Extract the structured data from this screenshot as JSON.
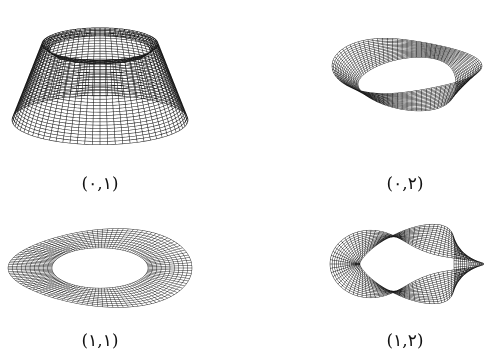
{
  "figure": {
    "panels": [
      {
        "id": "p01",
        "label": "(٠,١)",
        "shape": "truncated-cone-torus",
        "stroke": "#1a1a1a"
      },
      {
        "id": "p02",
        "label": "(٠,٢)",
        "shape": "twisted-ring-2",
        "stroke": "#1a1a1a"
      },
      {
        "id": "p11",
        "label": "(١,١)",
        "shape": "flat-twisted-band",
        "stroke": "#111111"
      },
      {
        "id": "p12",
        "label": "(١,٢)",
        "shape": "twisted-ring-4",
        "stroke": "#1a1a1a"
      }
    ]
  }
}
